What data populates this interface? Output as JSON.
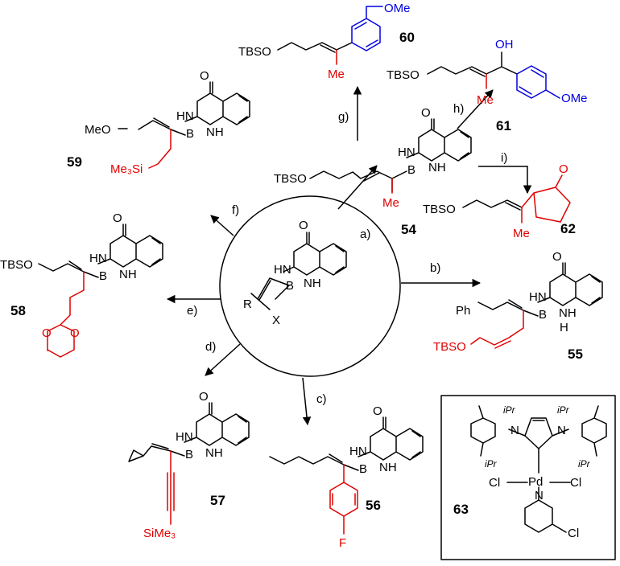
{
  "compounds": {
    "c54": "54",
    "c55": "55",
    "c56": "56",
    "c57": "57",
    "c58": "58",
    "c59": "59",
    "c60": "60",
    "c61": "61",
    "c62": "62",
    "c63": "63"
  },
  "conditions": {
    "a": "a)",
    "b": "b)",
    "c": "c)",
    "d": "d)",
    "e": "e)",
    "f": "f)",
    "g": "g)",
    "h": "h)",
    "i": "i)"
  },
  "atoms": {
    "O": "O",
    "HN": "HN",
    "B": "B",
    "NH": "NH",
    "H": "H",
    "N": "N",
    "R": "R",
    "X": "X",
    "TBSO": "TBSO",
    "Me": "Me",
    "OMe": "OMe",
    "OH": "OH",
    "MeO": "MeO",
    "Me3Si": "Me₃Si",
    "SiMe3": "SiMe₃",
    "Ph": "Ph",
    "F": "F",
    "iPr": "iPr",
    "Cl": "Cl",
    "Pd": "Pd"
  }
}
